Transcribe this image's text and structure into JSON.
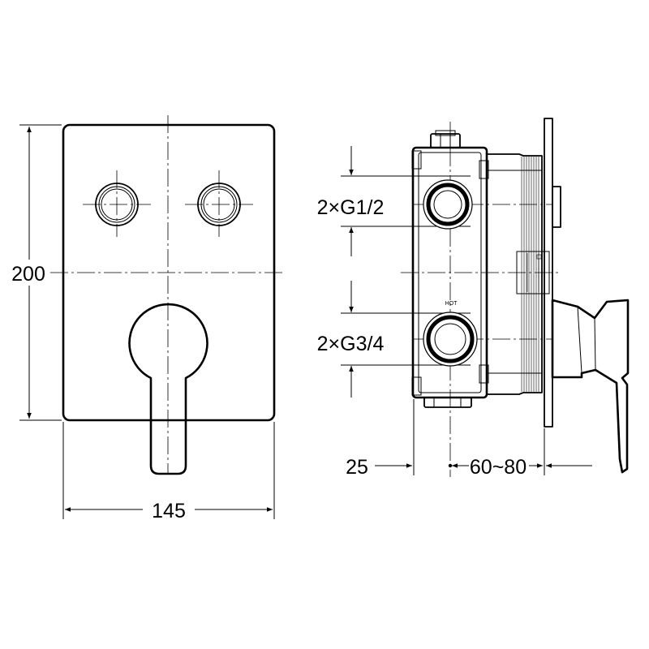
{
  "dimensions": {
    "height": "200",
    "width": "145",
    "inlet_small": "2×G1/2",
    "inlet_large": "2×G3/4",
    "depth_front": "25",
    "depth_range": "60~80"
  },
  "labels": {
    "hot": "HOT"
  }
}
